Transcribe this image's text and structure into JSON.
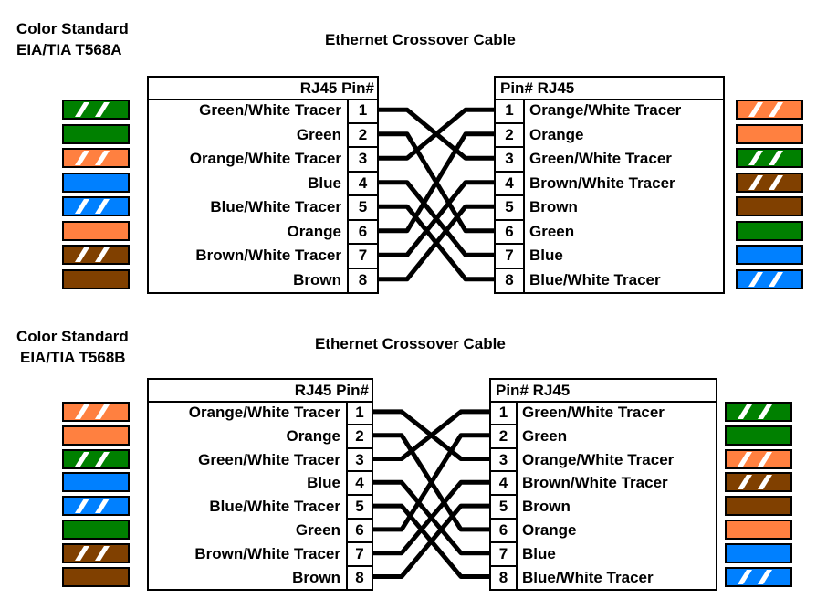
{
  "colors": {
    "green": "#008000",
    "orange": "#ff8040",
    "blue": "#0080ff",
    "brown": "#804000",
    "white": "#ffffff",
    "black": "#000000"
  },
  "diagrams": [
    {
      "standard_line1": "Color  Standard",
      "standard_line2": "EIA/TIA T568A",
      "title": "Ethernet Crossover Cable",
      "left_header": "RJ45  Pin#",
      "right_header": "Pin#  RJ45",
      "left_rows": [
        {
          "pin": "1",
          "name": "Green/White Tracer",
          "swatch": "green",
          "striped": true
        },
        {
          "pin": "2",
          "name": "Green",
          "swatch": "green",
          "striped": false
        },
        {
          "pin": "3",
          "name": "Orange/White Tracer",
          "swatch": "orange",
          "striped": true
        },
        {
          "pin": "4",
          "name": "Blue",
          "swatch": "blue",
          "striped": false
        },
        {
          "pin": "5",
          "name": "Blue/White Tracer",
          "swatch": "blue",
          "striped": true
        },
        {
          "pin": "6",
          "name": "Orange",
          "swatch": "orange",
          "striped": false
        },
        {
          "pin": "7",
          "name": "Brown/White Tracer",
          "swatch": "brown",
          "striped": true
        },
        {
          "pin": "8",
          "name": "Brown",
          "swatch": "brown",
          "striped": false
        }
      ],
      "right_rows": [
        {
          "pin": "1",
          "name": "Orange/White Tracer",
          "swatch": "orange",
          "striped": true
        },
        {
          "pin": "2",
          "name": "Orange",
          "swatch": "orange",
          "striped": false
        },
        {
          "pin": "3",
          "name": "Green/White Tracer",
          "swatch": "green",
          "striped": true
        },
        {
          "pin": "4",
          "name": "Brown/White Tracer",
          "swatch": "brown",
          "striped": true
        },
        {
          "pin": "5",
          "name": "Brown",
          "swatch": "brown",
          "striped": false
        },
        {
          "pin": "6",
          "name": "Green",
          "swatch": "green",
          "striped": false
        },
        {
          "pin": "7",
          "name": "Blue",
          "swatch": "blue",
          "striped": false
        },
        {
          "pin": "8",
          "name": "Blue/White Tracer",
          "swatch": "blue",
          "striped": true
        }
      ],
      "connections": [
        [
          1,
          3
        ],
        [
          2,
          6
        ],
        [
          3,
          1
        ],
        [
          4,
          7
        ],
        [
          5,
          8
        ],
        [
          6,
          2
        ],
        [
          7,
          4
        ],
        [
          8,
          5
        ]
      ]
    },
    {
      "standard_line1": "Color  Standard",
      "standard_line2": "EIA/TIA T568B",
      "title": "Ethernet Crossover Cable",
      "left_header": "RJ45  Pin#",
      "right_header": "Pin#  RJ45",
      "left_rows": [
        {
          "pin": "1",
          "name": "Orange/White Tracer",
          "swatch": "orange",
          "striped": true
        },
        {
          "pin": "2",
          "name": "Orange",
          "swatch": "orange",
          "striped": false
        },
        {
          "pin": "3",
          "name": "Green/White Tracer",
          "swatch": "green",
          "striped": true
        },
        {
          "pin": "4",
          "name": "Blue",
          "swatch": "blue",
          "striped": false
        },
        {
          "pin": "5",
          "name": "Blue/White Tracer",
          "swatch": "blue",
          "striped": true
        },
        {
          "pin": "6",
          "name": "Green",
          "swatch": "green",
          "striped": false
        },
        {
          "pin": "7",
          "name": "Brown/White Tracer",
          "swatch": "brown",
          "striped": true
        },
        {
          "pin": "8",
          "name": "Brown",
          "swatch": "brown",
          "striped": false
        }
      ],
      "right_rows": [
        {
          "pin": "1",
          "name": "Green/White Tracer",
          "swatch": "green",
          "striped": true
        },
        {
          "pin": "2",
          "name": "Green",
          "swatch": "green",
          "striped": false
        },
        {
          "pin": "3",
          "name": "Orange/White Tracer",
          "swatch": "orange",
          "striped": true
        },
        {
          "pin": "4",
          "name": "Brown/White Tracer",
          "swatch": "brown",
          "striped": true
        },
        {
          "pin": "5",
          "name": "Brown",
          "swatch": "brown",
          "striped": false
        },
        {
          "pin": "6",
          "name": "Orange",
          "swatch": "orange",
          "striped": false
        },
        {
          "pin": "7",
          "name": "Blue",
          "swatch": "blue",
          "striped": false
        },
        {
          "pin": "8",
          "name": "Blue/White Tracer",
          "swatch": "blue",
          "striped": true
        }
      ],
      "connections": [
        [
          1,
          3
        ],
        [
          2,
          6
        ],
        [
          3,
          1
        ],
        [
          4,
          7
        ],
        [
          5,
          8
        ],
        [
          6,
          2
        ],
        [
          7,
          4
        ],
        [
          8,
          5
        ]
      ]
    }
  ]
}
